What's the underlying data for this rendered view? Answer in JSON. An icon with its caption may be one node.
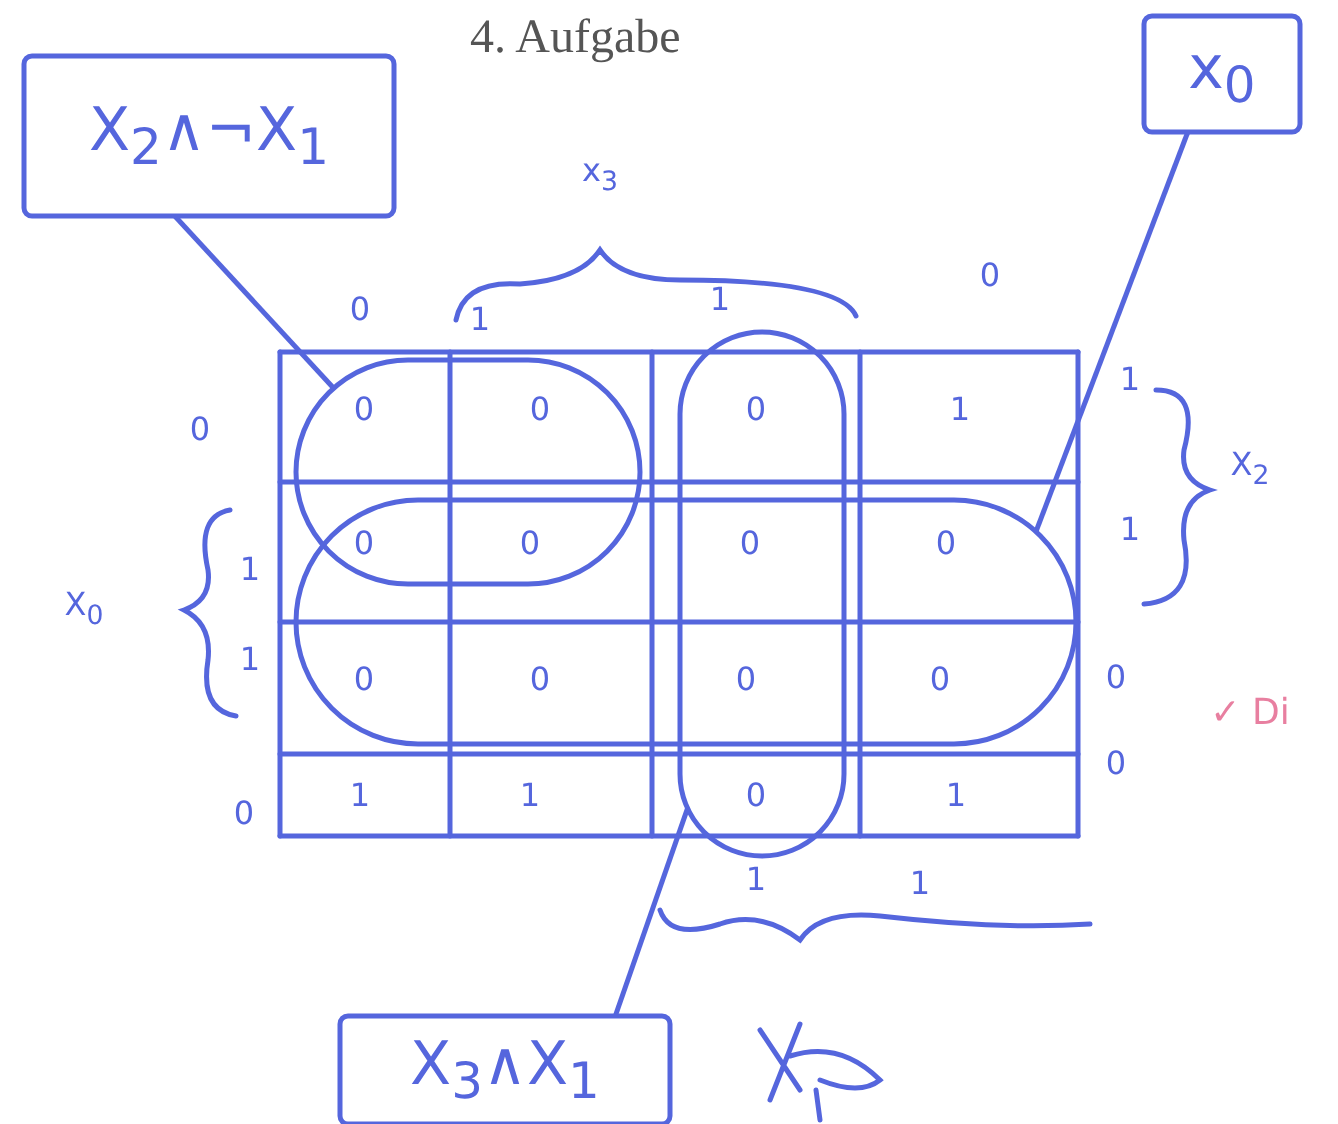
{
  "diagram": {
    "title": "4. Aufgabe",
    "nodes": [
      {
        "text": [
          "X$_{2}$∧¬X$_{1}$"
        ]
      },
      {
        "text": [
          "x$_{0}$"
        ]
      },
      {
        "text": [
          "X$_{3}$∧X$_{1}$"
        ]
      },
      {
        "text": [],
        "shape": "ellipse"
      },
      {
        "text": [],
        "shape": "ellipse"
      },
      {
        "text": [],
        "shape": "ellipse"
      }
    ],
    "edges": [
      {
        "from": 0,
        "to": 3,
        "arrow": "none"
      },
      {
        "from": 1,
        "to": 5,
        "arrow": "none"
      },
      {
        "from": 2,
        "to": 4,
        "arrow": "none"
      }
    ],
    "labels": [
      "x$_{3}$",
      "0",
      "1",
      "1",
      "0",
      "0",
      "0",
      "0",
      "0",
      "1",
      "1",
      "X$_{2}$",
      "X$_{0}$",
      "1",
      "0",
      "0",
      "0",
      "0",
      "1",
      "1",
      "0",
      "0",
      "0",
      "0",
      "0",
      "✓ Di",
      "0",
      "1",
      "1",
      "0",
      "1",
      "0",
      "1",
      "1"
    ]
  }
}
